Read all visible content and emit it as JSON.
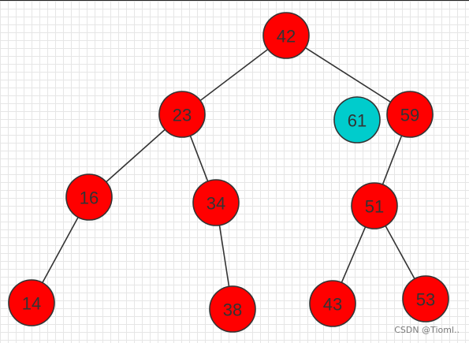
{
  "tree": {
    "nodes": [
      {
        "id": "n42",
        "label": "42",
        "color": "#ff0000"
      },
      {
        "id": "n23",
        "label": "23",
        "color": "#ff0000"
      },
      {
        "id": "n59",
        "label": "59",
        "color": "#ff0000"
      },
      {
        "id": "n61",
        "label": "61",
        "color": "#00cccc"
      },
      {
        "id": "n16",
        "label": "16",
        "color": "#ff0000"
      },
      {
        "id": "n34",
        "label": "34",
        "color": "#ff0000"
      },
      {
        "id": "n51",
        "label": "51",
        "color": "#ff0000"
      },
      {
        "id": "n14",
        "label": "14",
        "color": "#ff0000"
      },
      {
        "id": "n38",
        "label": "38",
        "color": "#ff0000"
      },
      {
        "id": "n43",
        "label": "43",
        "color": "#ff0000"
      },
      {
        "id": "n53",
        "label": "53",
        "color": "#ff0000"
      }
    ],
    "edges": [
      [
        "n42",
        "n23"
      ],
      [
        "n42",
        "n59"
      ],
      [
        "n23",
        "n16"
      ],
      [
        "n23",
        "n34"
      ],
      [
        "n16",
        "n14"
      ],
      [
        "n34",
        "n38"
      ],
      [
        "n59",
        "n51"
      ],
      [
        "n51",
        "n43"
      ],
      [
        "n51",
        "n53"
      ]
    ]
  },
  "watermark": "CSDN @Tioml.."
}
